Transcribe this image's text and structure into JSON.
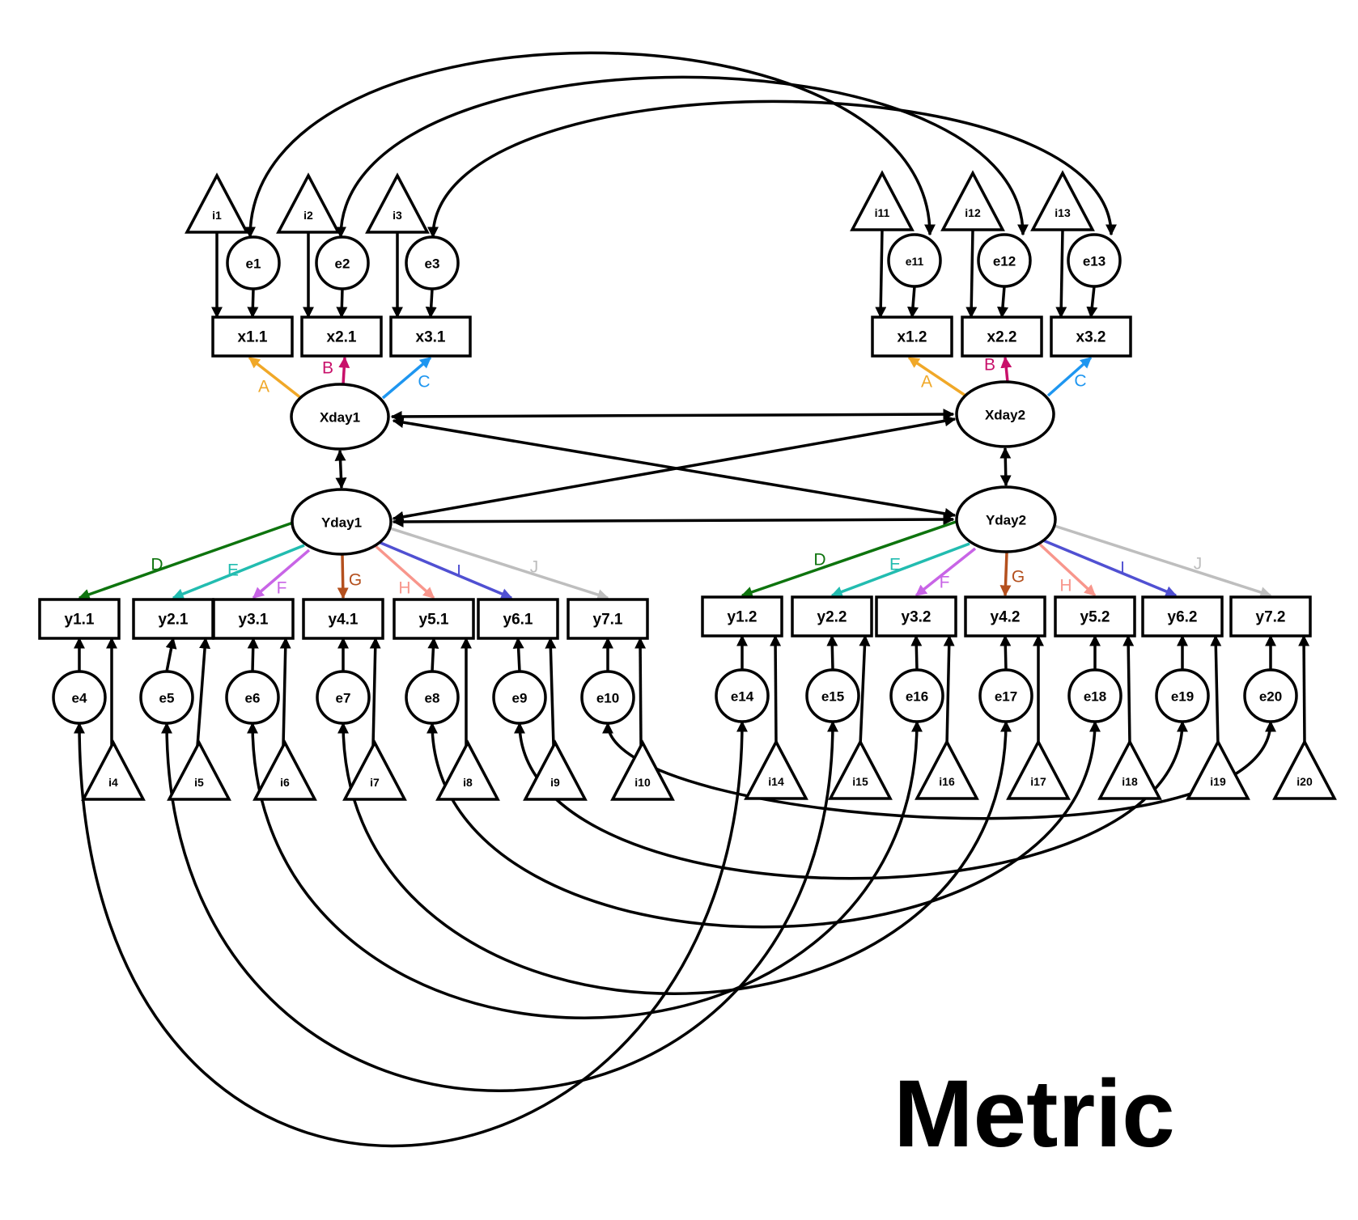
{
  "title": "Metric",
  "colors": {
    "A": "#F0A828",
    "B": "#C8106A",
    "C": "#1E96F0",
    "D": "#0E740E",
    "E": "#22BCB0",
    "F": "#C864E6",
    "G": "#B4501E",
    "H": "#F8968C",
    "I": "#5050D2",
    "J": "#BEBEBE",
    "line": "#000000"
  },
  "intercepts": [
    "i1",
    "i2",
    "i3",
    "i4",
    "i5",
    "i6",
    "i7",
    "i8",
    "i9",
    "i10",
    "i11",
    "i12",
    "i13",
    "i14",
    "i15",
    "i16",
    "i17",
    "i18",
    "i19",
    "i20"
  ],
  "errors": [
    "e1",
    "e2",
    "e3",
    "e4",
    "e5",
    "e6",
    "e7",
    "e8",
    "e9",
    "e10",
    "e11",
    "e12",
    "e13",
    "e14",
    "e15",
    "e16",
    "e17",
    "e18",
    "e19",
    "e20"
  ],
  "indicators_x_day1": [
    "x1.1",
    "x2.1",
    "x3.1"
  ],
  "indicators_x_day2": [
    "x1.2",
    "x2.2",
    "x3.2"
  ],
  "indicators_y_day1": [
    "y1.1",
    "y2.1",
    "y3.1",
    "y4.1",
    "y5.1",
    "y6.1",
    "y7.1"
  ],
  "indicators_y_day2": [
    "y1.2",
    "y2.2",
    "y3.2",
    "y4.2",
    "y5.2",
    "y6.2",
    "y7.2"
  ],
  "latents": {
    "xday1": "Xday1",
    "xday2": "Xday2",
    "yday1": "Yday1",
    "yday2": "Yday2"
  },
  "loading_labels_x": [
    "A",
    "B",
    "C"
  ],
  "loading_labels_y": [
    "D",
    "E",
    "F",
    "G",
    "H",
    "I",
    "J"
  ]
}
